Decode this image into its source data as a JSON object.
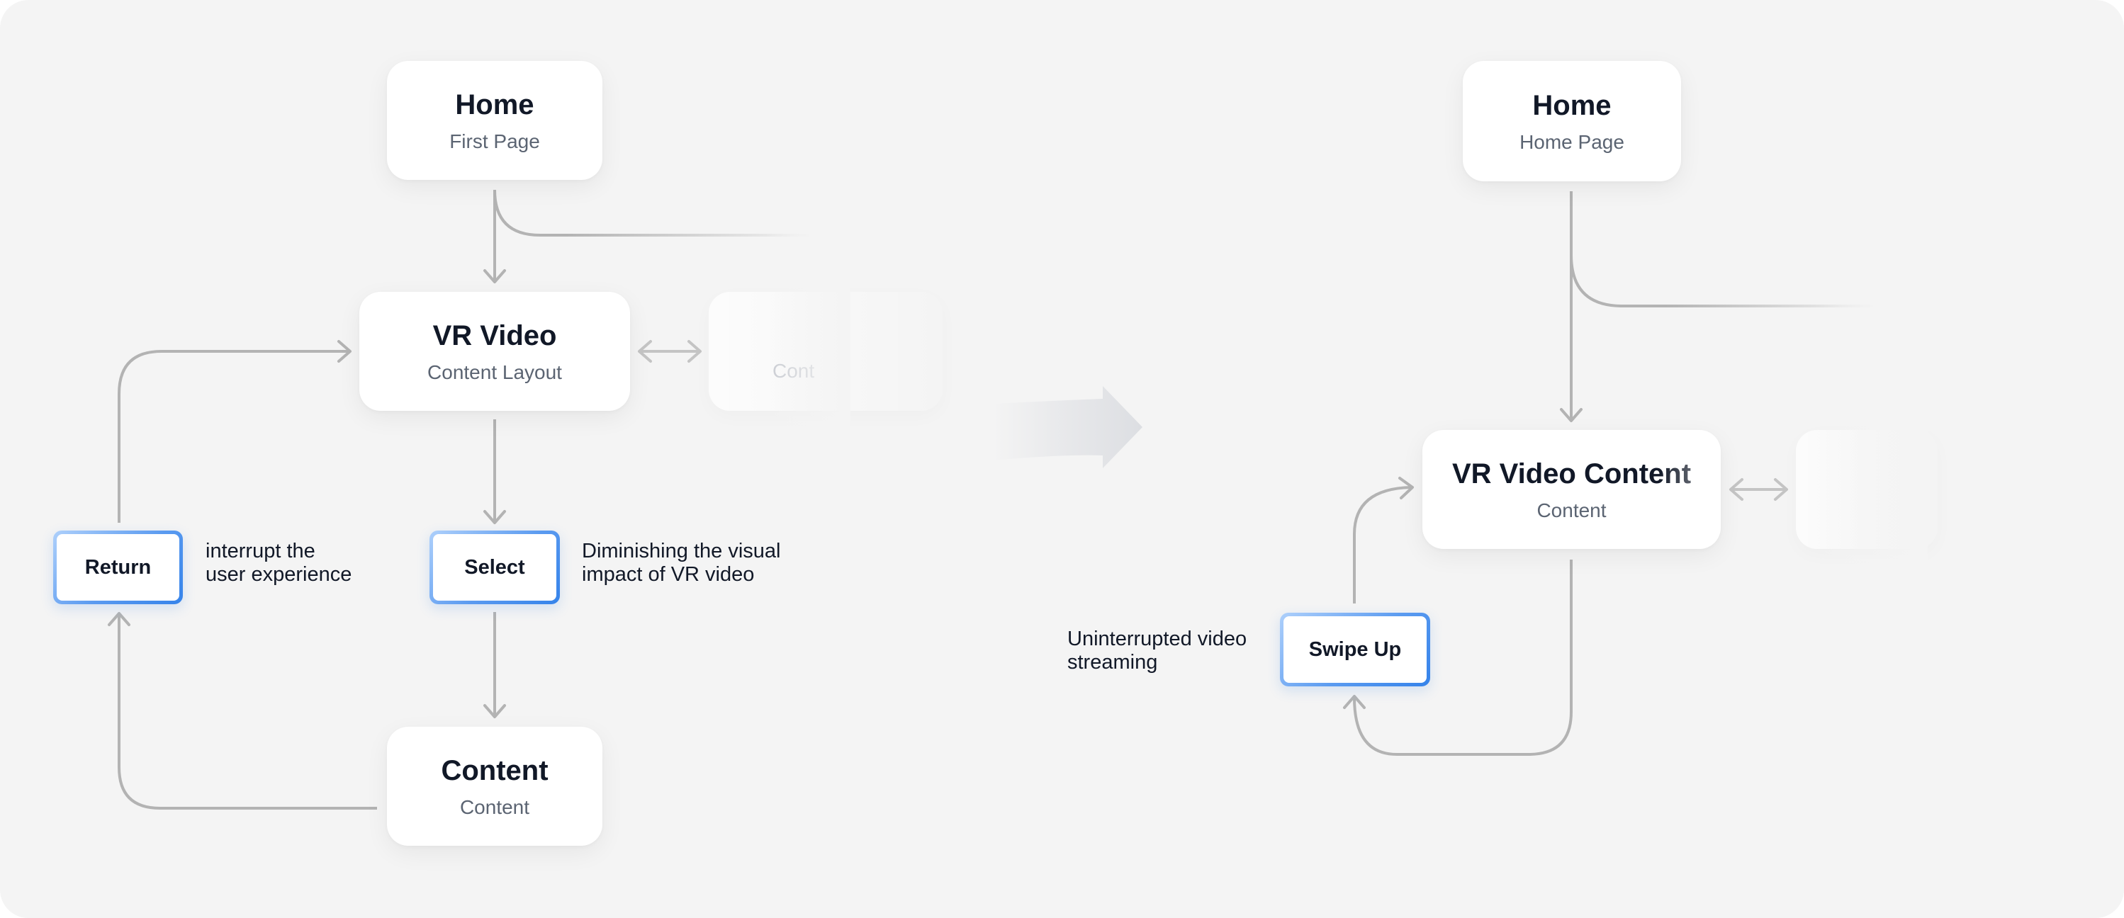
{
  "before": {
    "nodes": {
      "home": {
        "title": "Home",
        "subtitle": "First Page"
      },
      "vr_video": {
        "title": "VR Video",
        "subtitle": "Content Layout"
      },
      "content": {
        "title": "Content",
        "subtitle": "Content"
      },
      "neighbor": {
        "subtitle": "Cont"
      }
    },
    "actions": {
      "return": "Return",
      "select": "Select"
    },
    "notes": {
      "return": [
        "interrupt the",
        "user experience"
      ],
      "select": [
        "Diminishing the visual",
        "impact of VR video"
      ]
    }
  },
  "after": {
    "nodes": {
      "home": {
        "title": "Home",
        "subtitle": "Home Page"
      },
      "vr_video_content": {
        "title": "VR Video Content",
        "subtitle": "Content"
      }
    },
    "actions": {
      "swipe_up": "Swipe Up"
    },
    "notes": {
      "swipe_up": [
        "Uninterrupted video",
        "streaming"
      ]
    }
  },
  "colors": {
    "background": "#f4f4f4",
    "card": "#ffffff",
    "connector": "#b3b3b3",
    "accent_blue": "#3583ea",
    "text_primary": "#111827",
    "text_secondary": "#5b6472"
  }
}
